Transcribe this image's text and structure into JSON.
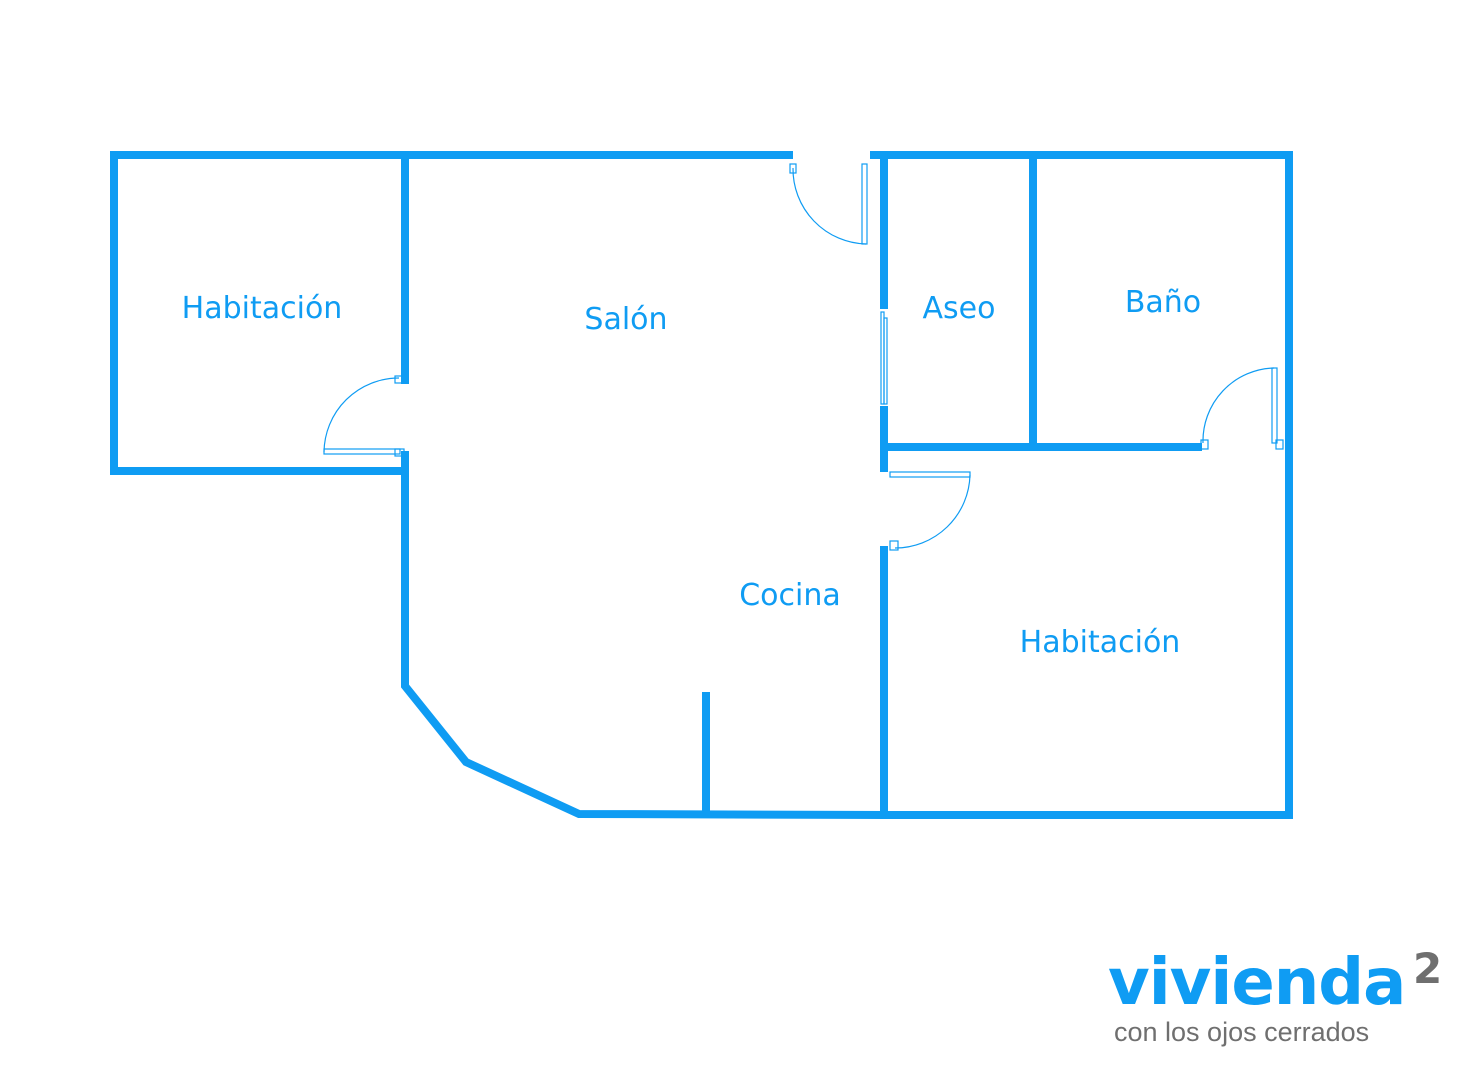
{
  "rooms": {
    "habitacion_1": "Habitación",
    "salon": "Salón",
    "aseo": "Aseo",
    "bano": "Baño",
    "cocina": "Cocina",
    "habitacion_2": "Habitación"
  },
  "logo": {
    "word": "vivienda",
    "superscript": "2",
    "tagline": "con los ojos cerrados"
  },
  "colors": {
    "walls": "#0f9cf3",
    "logo_word": "#0f9cf3",
    "logo_grey": "#6f6f6f"
  }
}
